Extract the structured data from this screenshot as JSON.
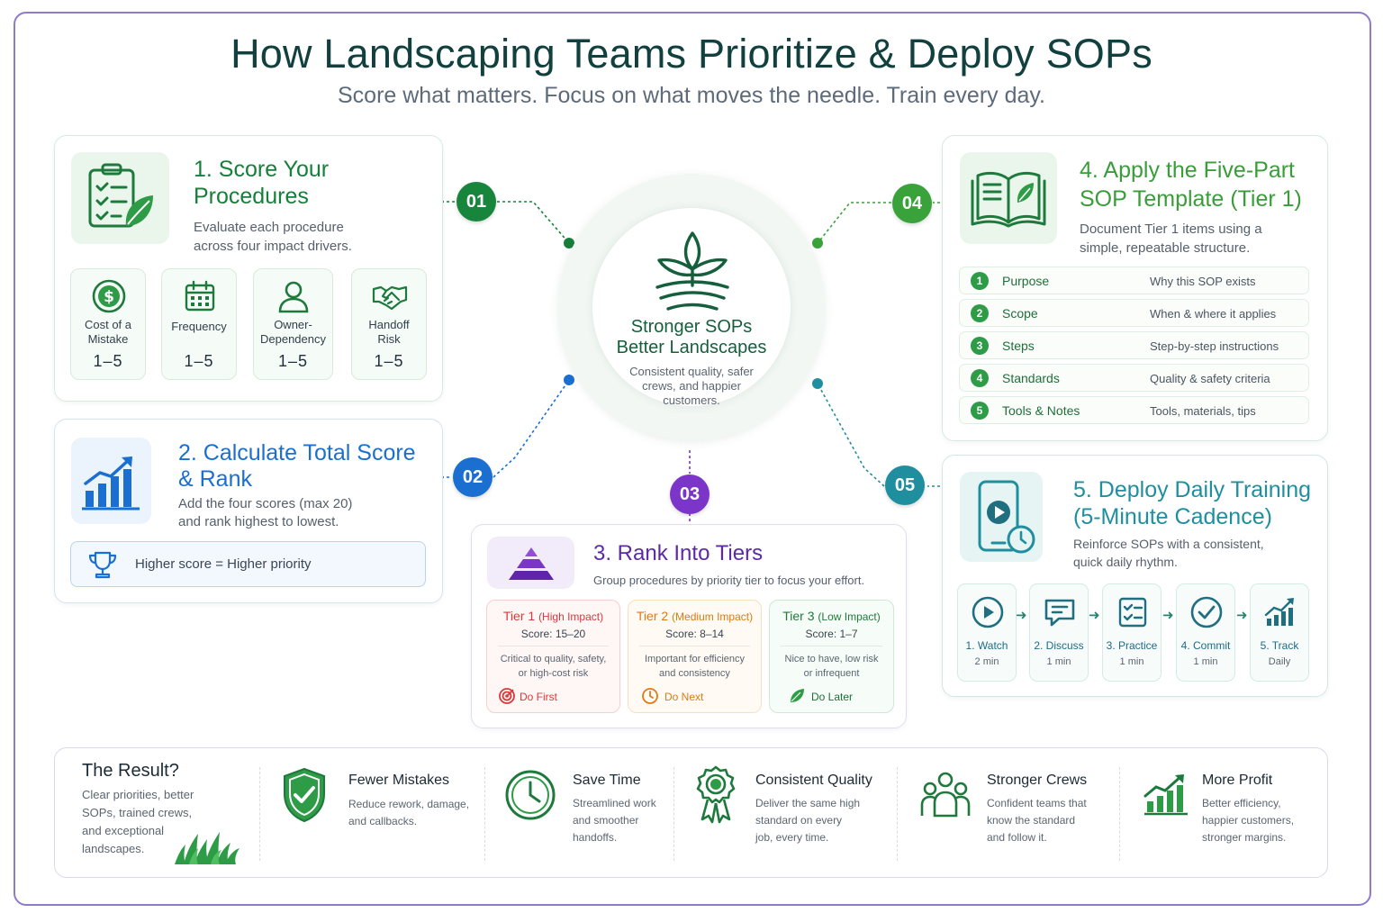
{
  "header": {
    "title": "How Landscaping Teams Prioritize & Deploy SOPs",
    "subtitle": "Score what matters. Focus on what moves the needle. Train every day."
  },
  "center": {
    "title_line1": "Stronger SOPs",
    "title_line2": "Better Landscapes",
    "desc_line1": "Consistent quality, safer",
    "desc_line2": "crews, and happier",
    "desc_line3": "customers."
  },
  "badges": {
    "b1": "01",
    "b2": "02",
    "b3": "03",
    "b4": "04",
    "b5": "05"
  },
  "step1": {
    "title_line1": "1. Score Your",
    "title_line2": "Procedures",
    "desc_line1": "Evaluate each procedure",
    "desc_line2": "across four impact drivers.",
    "drivers": [
      {
        "label_line1": "Cost of a",
        "label_line2": "Mistake",
        "score": "1–5",
        "icon": "dollar-icon"
      },
      {
        "label_line1": "Frequency",
        "label_line2": "",
        "score": "1–5",
        "icon": "calendar-icon"
      },
      {
        "label_line1": "Owner-",
        "label_line2": "Dependency",
        "score": "1–5",
        "icon": "person-icon"
      },
      {
        "label_line1": "Handoff",
        "label_line2": "Risk",
        "score": "1–5",
        "icon": "handshake-icon"
      }
    ]
  },
  "step2": {
    "title_line1": "2. Calculate Total Score",
    "title_line2": "& Rank",
    "desc_line1": "Add the four scores (max 20)",
    "desc_line2": "and rank highest to lowest.",
    "callout": "Higher score = Higher priority"
  },
  "step3": {
    "title": "3. Rank Into Tiers",
    "desc": "Group procedures by priority tier to focus your effort.",
    "tiers": [
      {
        "name": "Tier 1",
        "impact": "(High Impact)",
        "score": "Score: 15–20",
        "desc_line1": "Critical to quality, safety,",
        "desc_line2": "or high-cost risk",
        "action": "Do First",
        "color": "#d73a3a"
      },
      {
        "name": "Tier 2",
        "impact": "(Medium Impact)",
        "score": "Score: 8–14",
        "desc_line1": "Important for efficiency",
        "desc_line2": "and consistency",
        "action": "Do Next",
        "color": "#e07a12"
      },
      {
        "name": "Tier 3",
        "impact": "(Low Impact)",
        "score": "Score: 1–7",
        "desc_line1": "Nice to have, low risk",
        "desc_line2": "or infrequent",
        "action": "Do Later",
        "color": "#1f7a3a"
      }
    ]
  },
  "step4": {
    "title_line1": "4. Apply the Five-Part",
    "title_line2": "SOP Template (Tier 1)",
    "desc_line1": "Document Tier 1 items using a",
    "desc_line2": "simple, repeatable structure.",
    "rows": [
      {
        "num": "1",
        "label": "Purpose",
        "desc": "Why this SOP exists"
      },
      {
        "num": "2",
        "label": "Scope",
        "desc": "When & where it applies"
      },
      {
        "num": "3",
        "label": "Steps",
        "desc": "Step-by-step instructions"
      },
      {
        "num": "4",
        "label": "Standards",
        "desc": "Quality & safety criteria"
      },
      {
        "num": "5",
        "label": "Tools & Notes",
        "desc": "Tools, materials, tips"
      }
    ]
  },
  "step5": {
    "title_line1": "5. Deploy Daily Training",
    "title_line2": "(5-Minute Cadence)",
    "desc_line1": "Reinforce SOPs with a consistent,",
    "desc_line2": "quick daily rhythm.",
    "steps": [
      {
        "label": "1. Watch",
        "time": "2 min",
        "icon": "play-icon"
      },
      {
        "label": "2. Discuss",
        "time": "1 min",
        "icon": "chat-icon"
      },
      {
        "label": "3. Practice",
        "time": "1 min",
        "icon": "checklist-icon"
      },
      {
        "label": "4. Commit",
        "time": "1 min",
        "icon": "check-circle-icon"
      },
      {
        "label": "5. Track",
        "time": "Daily",
        "icon": "chart-up-icon"
      }
    ]
  },
  "result": {
    "title": "The Result?",
    "desc_line1": "Clear priorities, better",
    "desc_line2": "SOPs, trained crews,",
    "desc_line3": "and exceptional",
    "desc_line4": "landscapes.",
    "items": [
      {
        "title": "Fewer Mistakes",
        "desc_line1": "Reduce rework, damage,",
        "desc_line2": "and callbacks.",
        "desc_line3": "",
        "icon": "shield-check-icon"
      },
      {
        "title": "Save Time",
        "desc_line1": "Streamlined work",
        "desc_line2": "and smoother",
        "desc_line3": "handoffs.",
        "icon": "clock-icon"
      },
      {
        "title": "Consistent Quality",
        "desc_line1": "Deliver the same high",
        "desc_line2": "standard on every",
        "desc_line3": "job, every time.",
        "icon": "award-ribbon-icon"
      },
      {
        "title": "Stronger Crews",
        "desc_line1": "Confident teams that",
        "desc_line2": "know the standard",
        "desc_line3": "and follow it.",
        "icon": "team-icon"
      },
      {
        "title": "More Profit",
        "desc_line1": "Better efficiency,",
        "desc_line2": "happier customers,",
        "desc_line3": "stronger margins.",
        "icon": "growth-chart-icon"
      }
    ]
  },
  "colors": {
    "green": "#16803a",
    "blue": "#1a6fd1",
    "purple": "#7b35c9",
    "lime": "#3aa23a",
    "teal": "#1f8fa0",
    "frame": "#8f7bc9"
  }
}
